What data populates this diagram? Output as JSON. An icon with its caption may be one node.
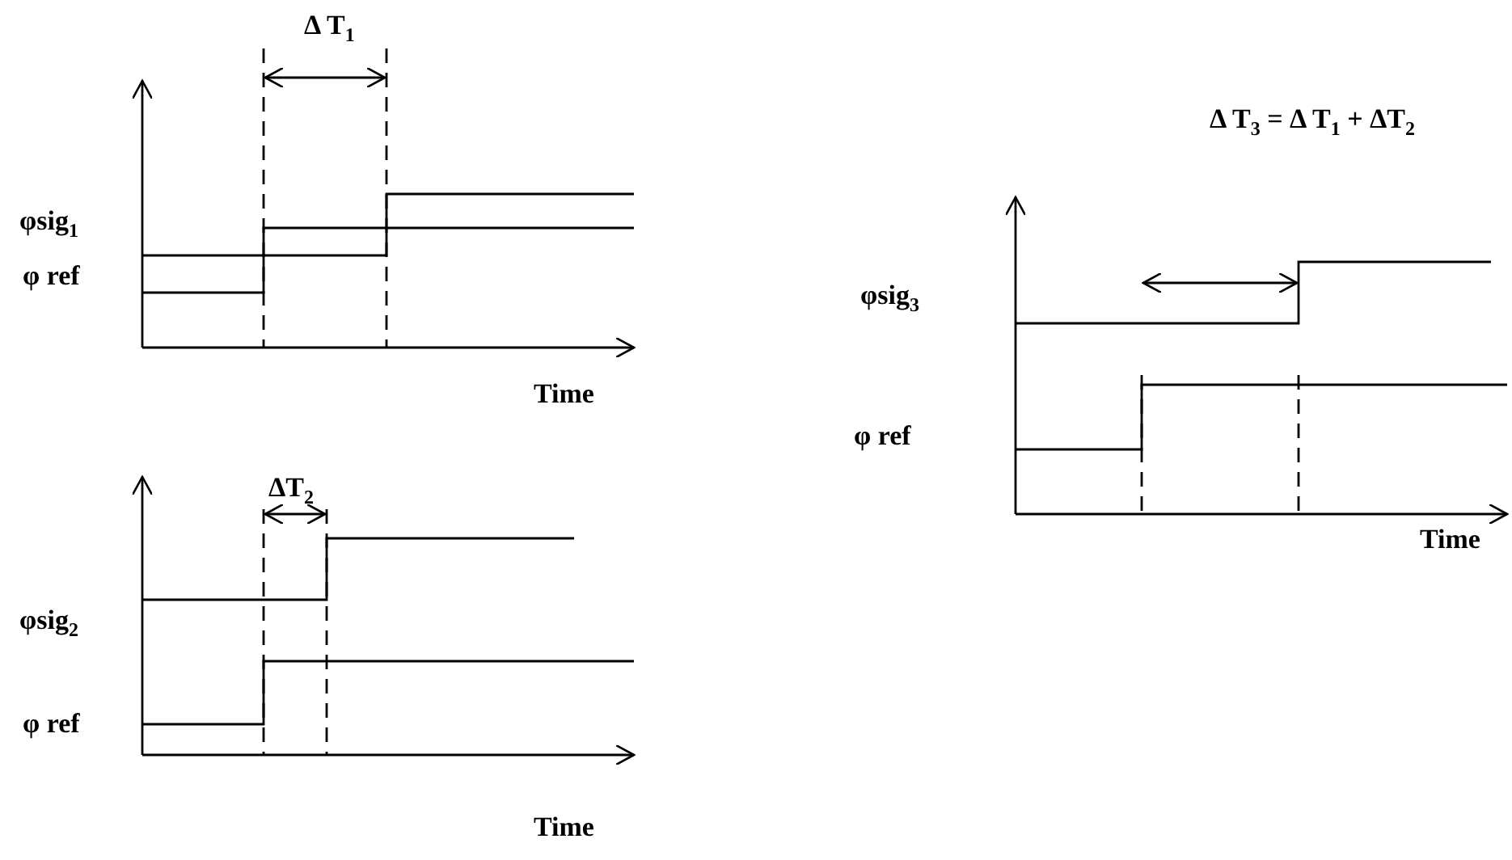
{
  "diagram": {
    "labels": [
      "Δ T$_{1}$",
      "φsig$_{1}$",
      "φ ref",
      "Time",
      "ΔT$_{2}$",
      "φsig$_{2}$",
      "φ ref",
      "Time",
      "Δ T$_{3}$ = Δ T$_{1}$ + ΔT$_{2}$",
      "φsig$_{3}$",
      "φ ref",
      "Time"
    ]
  }
}
